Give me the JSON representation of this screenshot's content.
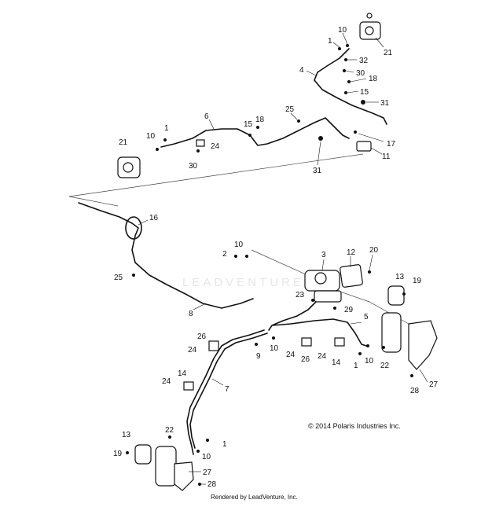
{
  "diagram": {
    "watermark": "LEADVENTURE",
    "copyright": "© 2014 Polaris Industries Inc.",
    "rendered_by": "Rendered by LeadVenture, Inc.",
    "callouts": [
      {
        "id": "c10a",
        "text": "10"
      },
      {
        "id": "c1a",
        "text": "1"
      },
      {
        "id": "c21a",
        "text": "21"
      },
      {
        "id": "c32",
        "text": "32"
      },
      {
        "id": "c4",
        "text": "4"
      },
      {
        "id": "c30a",
        "text": "30"
      },
      {
        "id": "c18a",
        "text": "18"
      },
      {
        "id": "c15a",
        "text": "15"
      },
      {
        "id": "c31a",
        "text": "31"
      },
      {
        "id": "c6",
        "text": "6"
      },
      {
        "id": "c25a",
        "text": "25"
      },
      {
        "id": "c15b",
        "text": "15"
      },
      {
        "id": "c18b",
        "text": "18"
      },
      {
        "id": "c1b",
        "text": "1"
      },
      {
        "id": "c10b",
        "text": "10"
      },
      {
        "id": "c24a",
        "text": "24"
      },
      {
        "id": "c21b",
        "text": "21"
      },
      {
        "id": "c30b",
        "text": "30"
      },
      {
        "id": "c17",
        "text": "17"
      },
      {
        "id": "c11",
        "text": "11"
      },
      {
        "id": "c31b",
        "text": "31"
      },
      {
        "id": "c16",
        "text": "16"
      },
      {
        "id": "c10c",
        "text": "10"
      },
      {
        "id": "c2",
        "text": "2"
      },
      {
        "id": "c25b",
        "text": "25"
      },
      {
        "id": "c3",
        "text": "3"
      },
      {
        "id": "c12",
        "text": "12"
      },
      {
        "id": "c20",
        "text": "20"
      },
      {
        "id": "c13a",
        "text": "13"
      },
      {
        "id": "c19a",
        "text": "19"
      },
      {
        "id": "c8",
        "text": "8"
      },
      {
        "id": "c23",
        "text": "23"
      },
      {
        "id": "c29",
        "text": "29"
      },
      {
        "id": "c5",
        "text": "5"
      },
      {
        "id": "c26a",
        "text": "26"
      },
      {
        "id": "c24b",
        "text": "24"
      },
      {
        "id": "c10d",
        "text": "10"
      },
      {
        "id": "c9",
        "text": "9"
      },
      {
        "id": "c24c",
        "text": "24"
      },
      {
        "id": "c26b",
        "text": "26"
      },
      {
        "id": "c24d",
        "text": "24"
      },
      {
        "id": "c14a",
        "text": "14"
      },
      {
        "id": "c10e",
        "text": "10"
      },
      {
        "id": "c1c",
        "text": "1"
      },
      {
        "id": "c22a",
        "text": "22"
      },
      {
        "id": "c14b",
        "text": "14"
      },
      {
        "id": "c24e",
        "text": "24"
      },
      {
        "id": "c7",
        "text": "7"
      },
      {
        "id": "c27a",
        "text": "27"
      },
      {
        "id": "c28a",
        "text": "28"
      },
      {
        "id": "c13b",
        "text": "13"
      },
      {
        "id": "c22b",
        "text": "22"
      },
      {
        "id": "c1d",
        "text": "1"
      },
      {
        "id": "c19b",
        "text": "19"
      },
      {
        "id": "c10f",
        "text": "10"
      },
      {
        "id": "c27b",
        "text": "27"
      },
      {
        "id": "c28b",
        "text": "28"
      }
    ]
  }
}
